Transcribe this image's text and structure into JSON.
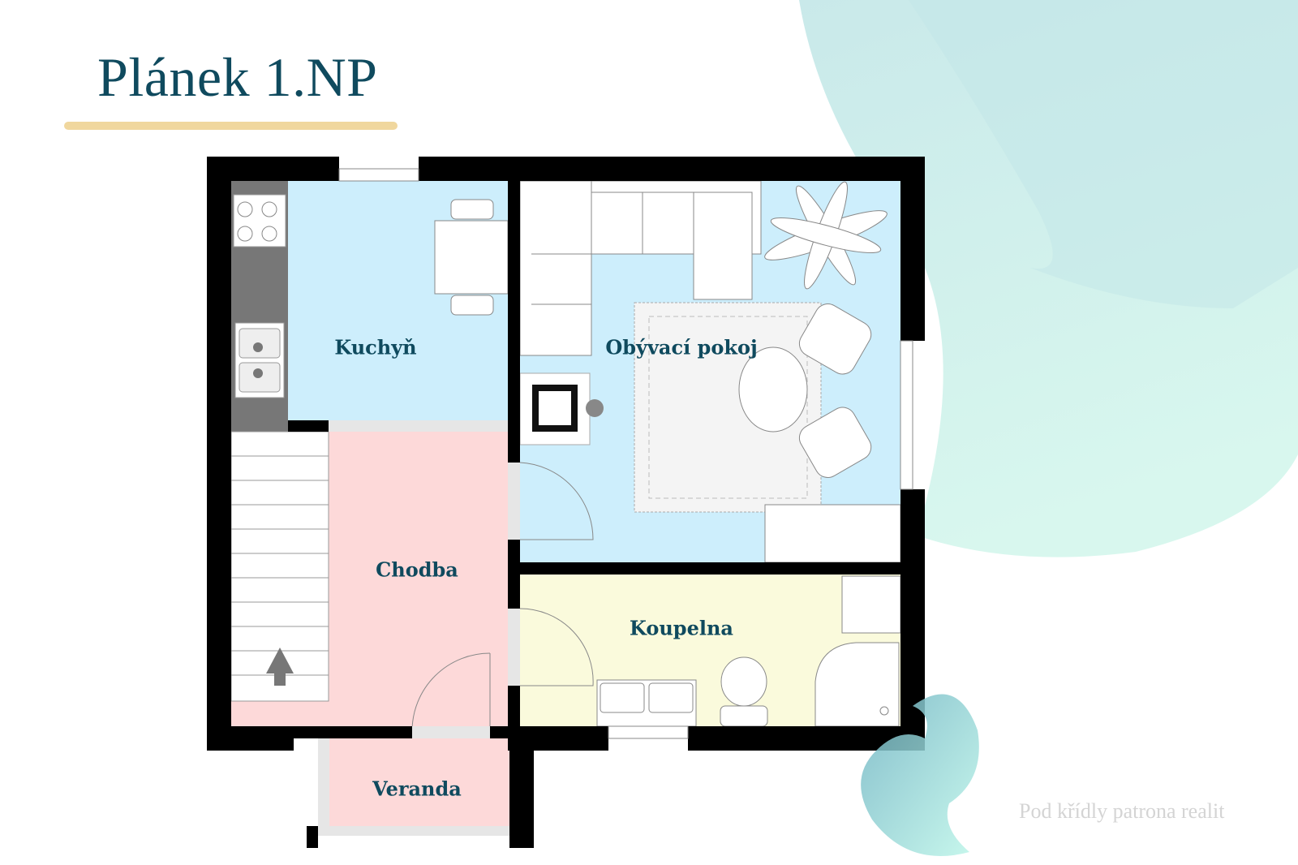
{
  "header": {
    "title": "Plánek 1.NP"
  },
  "rooms": {
    "kitchen": "Kuchyň",
    "living": "Obývací pokoj",
    "hall": "Chodba",
    "bathroom": "Koupelna",
    "veranda": "Veranda"
  },
  "footer": {
    "watermark": "Pod křídly patrona realit"
  },
  "colors": {
    "title": "#0f4a5e",
    "accent": "#f0d79e",
    "kitchen": "#cdeefc",
    "living": "#cdeefc",
    "hall": "#fdd9d9",
    "bathroom": "#fafadc",
    "veranda": "#fdd9d9",
    "wall": "#000000"
  }
}
